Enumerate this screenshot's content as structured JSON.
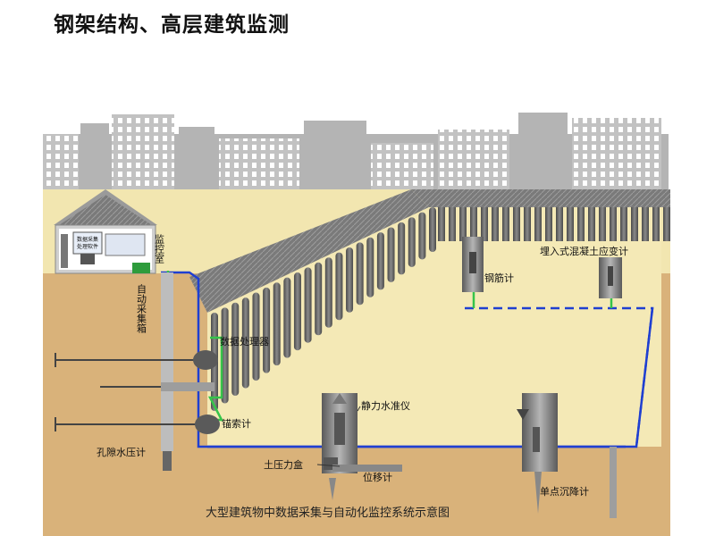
{
  "title": "钢架结构、高层建筑监测",
  "labels": {
    "monitor_room": "监控室",
    "auto_collector": "自动采集箱",
    "pore_pressure_gauge": "孔隙水压计",
    "data_processor": "数据处理器",
    "anchor_gauge": "锚索计",
    "rebar_gauge": "钢筋计",
    "embedded_strain_gauge": "埋入式混凝土应变计",
    "static_level": "静力水准仪",
    "earth_pressure_cell": "土压力盒",
    "displacement_gauge": "位移计",
    "settlement_gauge": "单点沉降计"
  },
  "caption": "大型建筑物中数据采集与自动化监控系统示意图",
  "screen_text": [
    "数据采集",
    "处理软件"
  ],
  "colors": {
    "sky_buildings": "#b4b4b4",
    "sand": "#f2e6b0",
    "earth": "#d9b27a",
    "floor": "#f4e9b6",
    "pile": "#5f5f5f",
    "cable_blue": "#1f3fd1",
    "cable_green": "#36c44a"
  }
}
